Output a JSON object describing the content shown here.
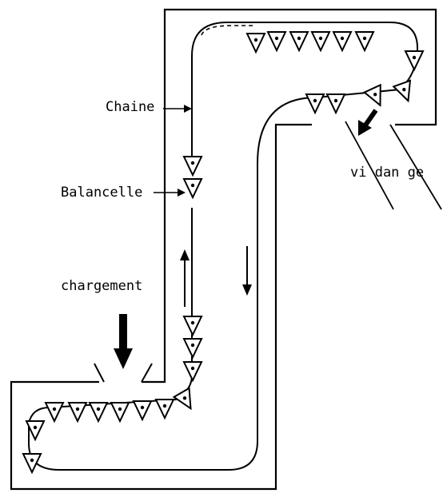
{
  "labels": {
    "chaine": "Chaine",
    "balancelle": "Balancelle",
    "chargement": "chargement",
    "vidange": "vi dan ge"
  },
  "colors": {
    "ink": "#000000",
    "background": "#ffffff"
  }
}
